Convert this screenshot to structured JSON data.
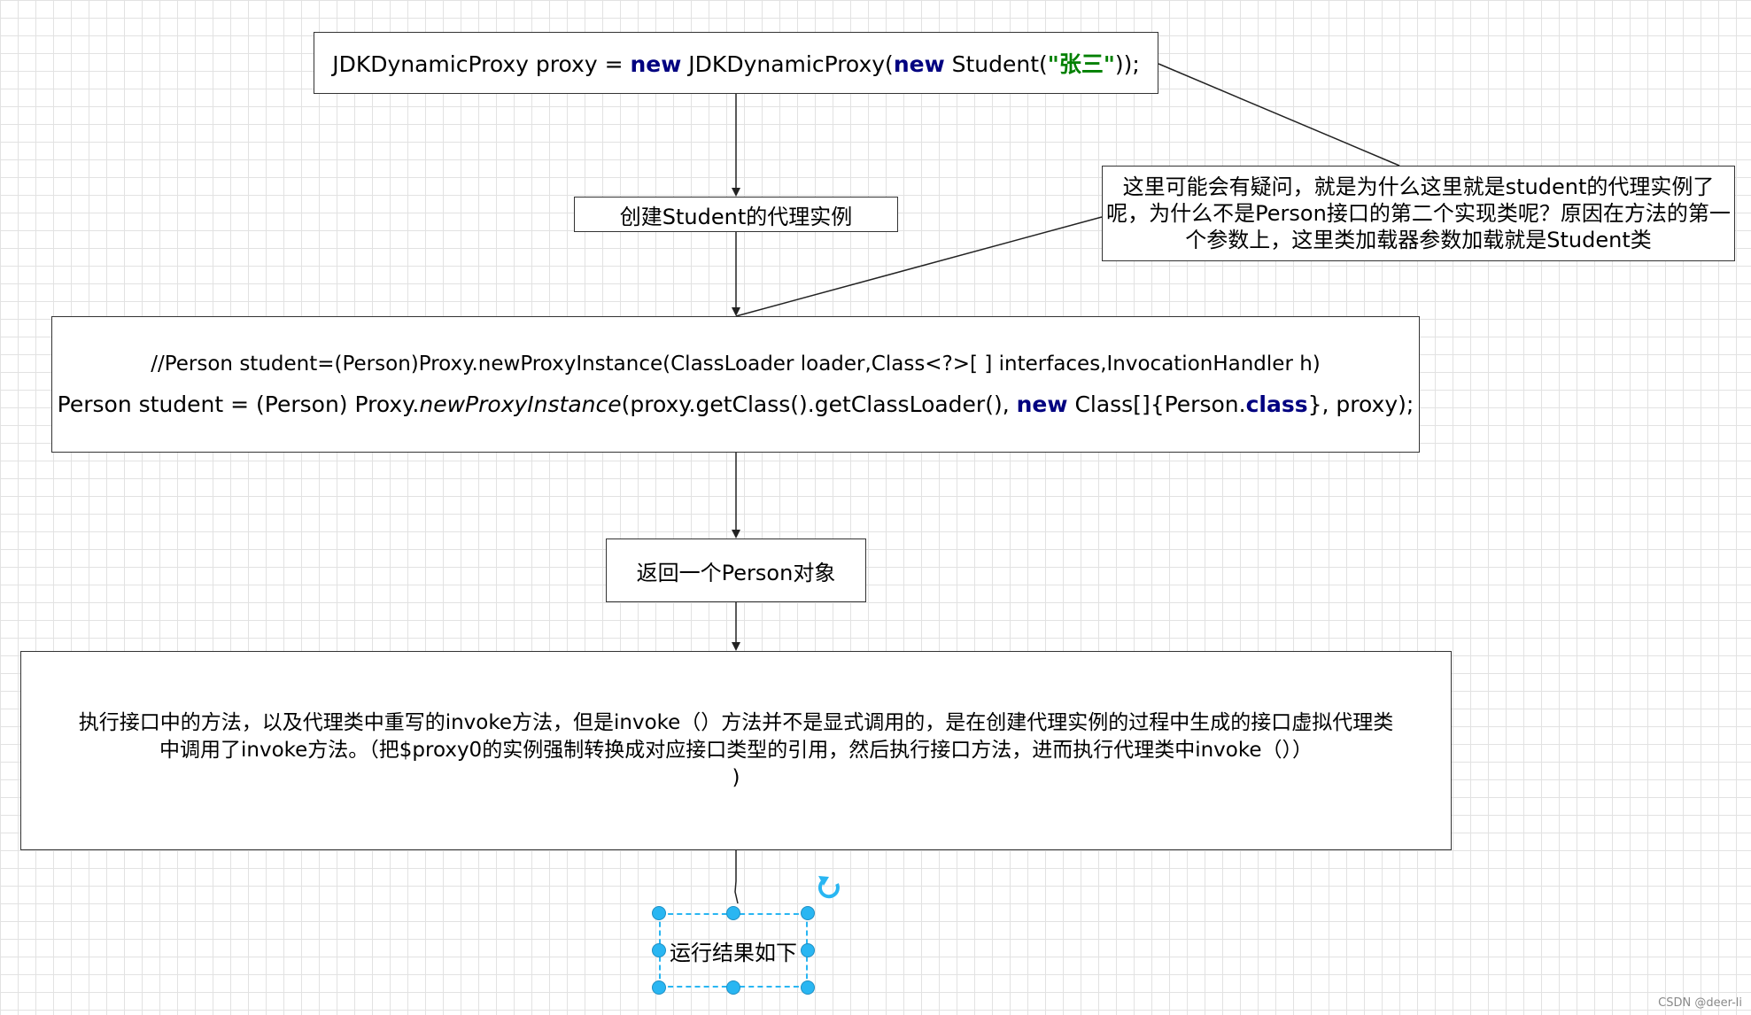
{
  "nodes": {
    "proxy_decl": {
      "ident": "JDKDynamicProxy proxy",
      "op": "=",
      "kw1": "new",
      "cls": "JDKDynamicProxy(",
      "kw2": "new",
      "arg": "Student(",
      "str": "\"张三\"",
      "end": "));"
    },
    "create_proxy": {
      "label": "创建Student的代理实例"
    },
    "note": {
      "text": "这里可能会有疑问，就是为什么这里就是student的代理实例了呢，为什么不是Person接口的第二个实现类呢？原因在方法的第一个参数上，这里类加载器参数加载就是Student类"
    },
    "new_proxy_instance": {
      "comment": "//Person student=(Person)Proxy.newProxyInstance(ClassLoader loader,Class<?>[ ] interfaces,InvocationHandler h)",
      "code_a": "Person student = (Person) Proxy.",
      "code_method": "newProxyInstance",
      "code_b": "(proxy.getClass().getClassLoader(),",
      "code_kw_new": "new",
      "code_c": "Class[]{Person.",
      "code_kw_class": "class",
      "code_d": "}, proxy);"
    },
    "return_person": {
      "label": "返回一个Person对象"
    },
    "invoke_desc": {
      "line1": "执行接口中的方法，以及代理类中重写的invoke方法，但是invoke（）方法并不是显式调用的，是在创建代理实例的过程中生成的接口虚拟代理类",
      "line2": "中调用了invoke方法。（把$proxy0的实例强制转换成对应接口类型的引用，然后执行接口方法，进而执行代理类中invoke（））",
      "line3": ")"
    },
    "result": {
      "label": "运行结果如下"
    }
  },
  "colors": {
    "keyword": "#000080",
    "string": "#008000",
    "selection": "#29b6f2",
    "border": "#333333"
  },
  "watermark": "CSDN @deer-li"
}
